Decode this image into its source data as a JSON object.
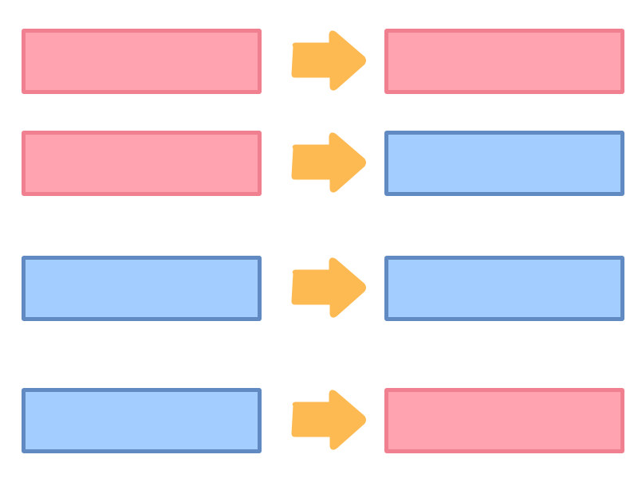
{
  "colors": {
    "pink": {
      "fill": "#FFA3B0",
      "border": "#F07F8F"
    },
    "blue": {
      "fill": "#A3CDFF",
      "border": "#6189C2"
    },
    "arrow": "#FDB952"
  },
  "rows": [
    {
      "from": "pink",
      "to": "pink"
    },
    {
      "from": "pink",
      "to": "blue"
    },
    {
      "from": "blue",
      "to": "blue"
    },
    {
      "from": "blue",
      "to": "pink"
    }
  ]
}
